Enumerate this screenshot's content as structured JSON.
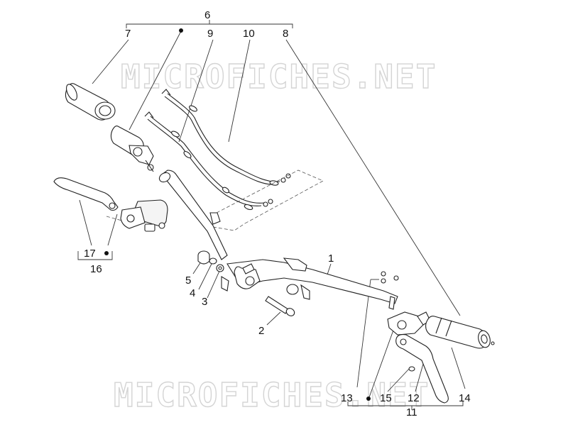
{
  "watermark": {
    "text_top": "MICROFICHES.NET",
    "text_bottom": "MICROFICHES.NET"
  },
  "callouts": {
    "c1": "1",
    "c2": "2",
    "c3": "3",
    "c4": "4",
    "c5": "5",
    "c6": "6",
    "c7": "7",
    "c8": "8",
    "c9": "9",
    "c10": "10",
    "c11": "11",
    "c12": "12",
    "c13": "13",
    "c14": "14",
    "c15": "15",
    "c16": "16",
    "c17": "17"
  }
}
